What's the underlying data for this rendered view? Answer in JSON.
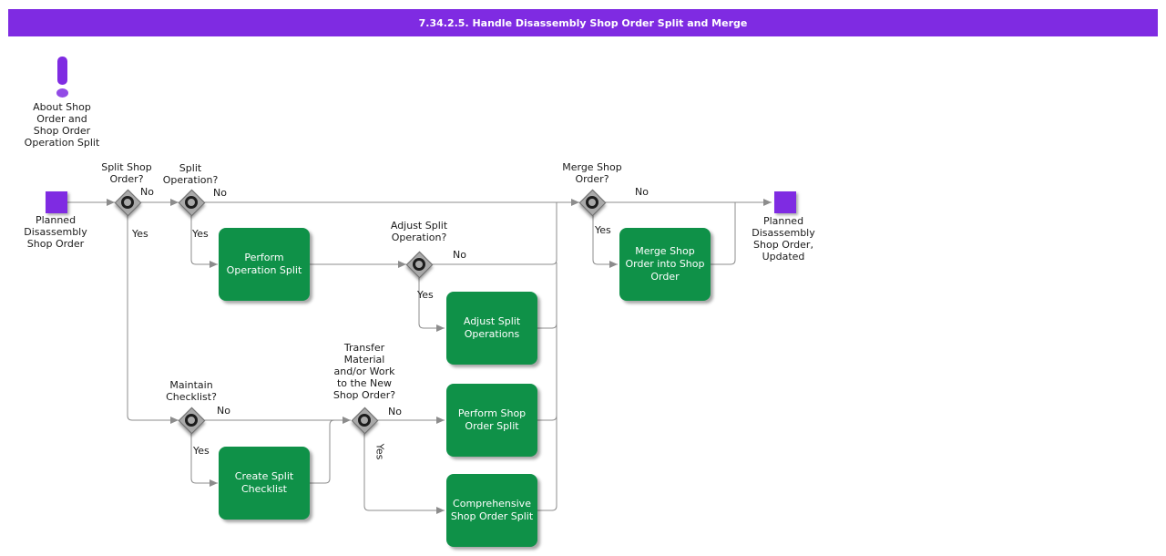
{
  "title": "7.34.2.5. Handle Disassembly Shop Order Split and Merge",
  "colors": {
    "purple": "#7F2BE2",
    "green": "#0F9148",
    "line_gray": "#8C8C8C",
    "gateway_gray": "#A9A9A9",
    "text": "#1A1A1A",
    "activity_text": "#FFFFFF"
  },
  "about": {
    "icon": "exclamation-icon",
    "label": "About Shop\nOrder and\nShop Order\nOperation Split"
  },
  "events": {
    "start": {
      "label": "Planned\nDisassembly\nShop Order"
    },
    "end": {
      "label": "Planned\nDisassembly\nShop Order,\nUpdated"
    }
  },
  "gateways": {
    "split_shop_order": {
      "question": "Split Shop\nOrder?",
      "no": "No",
      "yes": "Yes"
    },
    "split_operation": {
      "question": "Split\nOperation?",
      "no": "No",
      "yes": "Yes"
    },
    "adjust_split_operation": {
      "question": "Adjust Split\nOperation?",
      "no": "No",
      "yes": "Yes"
    },
    "merge_shop_order": {
      "question": "Merge Shop\nOrder?",
      "no": "No",
      "yes": "Yes"
    },
    "maintain_checklist": {
      "question": "Maintain\nChecklist?",
      "no": "No",
      "yes": "Yes"
    },
    "transfer_material": {
      "question": "Transfer\nMaterial\nand/or Work\nto the New\nShop Order?",
      "no": "No",
      "yes": "Yes"
    }
  },
  "activities": {
    "perform_operation_split": {
      "label": "Perform\nOperation Split"
    },
    "adjust_split_operations": {
      "label": "Adjust Split\nOperations"
    },
    "merge_shop_order_into_shop_order": {
      "label": "Merge Shop\nOrder into Shop\nOrder"
    },
    "create_split_checklist": {
      "label": "Create Split\nChecklist"
    },
    "perform_shop_order_split": {
      "label": "Perform Shop\nOrder Split"
    },
    "comprehensive_shop_order_split": {
      "label": "Comprehensive\nShop Order Split"
    }
  }
}
